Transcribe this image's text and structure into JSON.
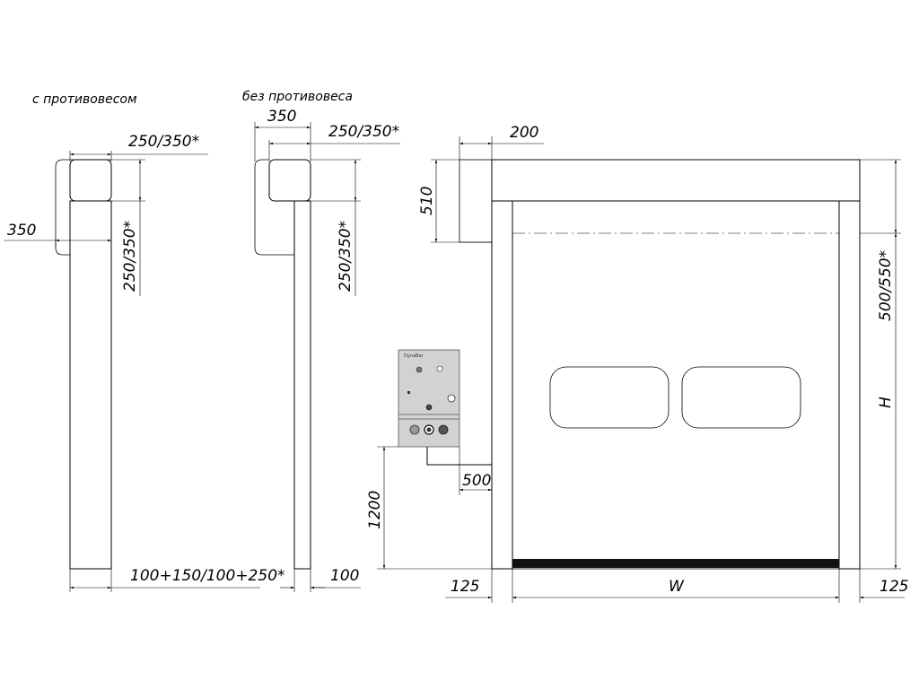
{
  "captions": {
    "with_counterweight": "с противовесом",
    "without_counterweight": "без противовеса"
  },
  "left_view": {
    "top_width": "250/350*",
    "box_height": "250/350*",
    "side_offset": "350",
    "bottom_width": "100+150/100+250*"
  },
  "middle_view": {
    "top_offset": "350",
    "top_width": "250/350*",
    "box_height": "250/350*",
    "bottom_width": "100"
  },
  "front_view": {
    "header_width": "200",
    "header_height": "510",
    "top_clearance": "500/550*",
    "height_label": "H",
    "width_label": "W",
    "left_margin": "125",
    "right_margin": "125",
    "control_height": "1200",
    "control_offset": "500"
  },
  "control_box": {
    "brand": "DynaBar"
  }
}
